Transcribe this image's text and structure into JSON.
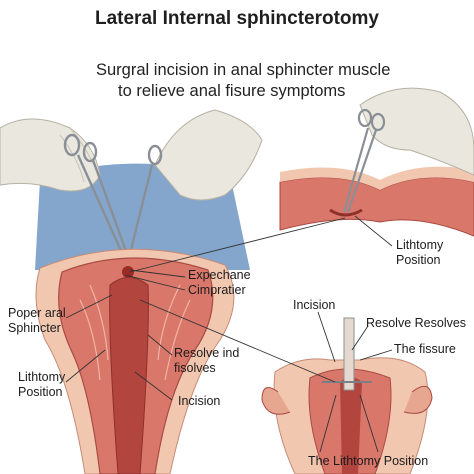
{
  "title": "Lateral Internal sphincterotomy",
  "subtitle": {
    "line1": "Surgral incision in anal sphincter muscle",
    "line2": "to relieve anal fisure symptoms"
  },
  "labels": {
    "expechane": "Expechane",
    "cimpratier": "Cimpratier",
    "poper_aral": "Poper aral",
    "sphincter": "Sphincter",
    "lithtomy_left_1": "Lithtomy",
    "lithtomy_left_2": "Position",
    "resolve_ind": "Resolve ind",
    "fisolves": "fisolves",
    "incision_left": "Incision",
    "lithtomy_right_1": "Lithtomy",
    "lithtomy_right_2": "Position",
    "incision_right": "Incision",
    "resolve_resolves": "Resolve Resolves",
    "the_fissure": "The fissure",
    "the_lithtomy_position": "The Lithtomy Position"
  },
  "colors": {
    "tissue": "#d9776a",
    "tissue_dark": "#b2453e",
    "skin": "#f2c7b0",
    "drape": "#6f97c4",
    "glove": "#eae7de",
    "leader": "#333333"
  }
}
